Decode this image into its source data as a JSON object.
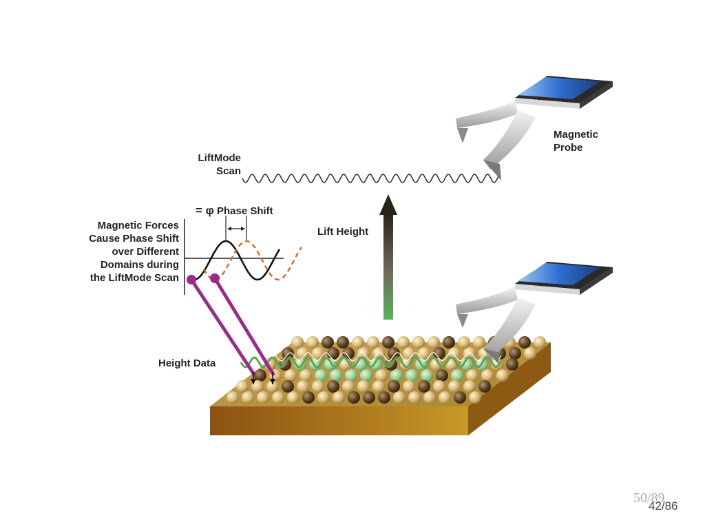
{
  "labels": {
    "liftmode_scan": [
      "LiftMode",
      "Scan"
    ],
    "magnetic_probe": [
      "Magnetic",
      "Probe"
    ],
    "phase_shift_symbol": "= φ",
    "phase_shift": "Phase Shift",
    "magnetic_forces": [
      "Magnetic Forces",
      "Cause Phase Shift",
      "over Different",
      "Domains during",
      "the LiftMode Scan"
    ],
    "lift_height": "Lift Height",
    "height_data": "Height Data"
  },
  "page_numbers": {
    "previous": "50/89",
    "current": "42/86"
  },
  "colors": {
    "phase_curve_reference": "#111111",
    "phase_curve_shifted": "#d06a2a",
    "height_data_lines": "#9b2a8a",
    "surface_trace": "#5aa55a",
    "sample_substrate": "#b8791e",
    "probe_body": "#c8c8c8",
    "probe_chip": "#2f6fd0"
  },
  "icons": [
    "magnetic-probe-icon",
    "lift-height-arrow-icon",
    "sample-surface-icon"
  ]
}
